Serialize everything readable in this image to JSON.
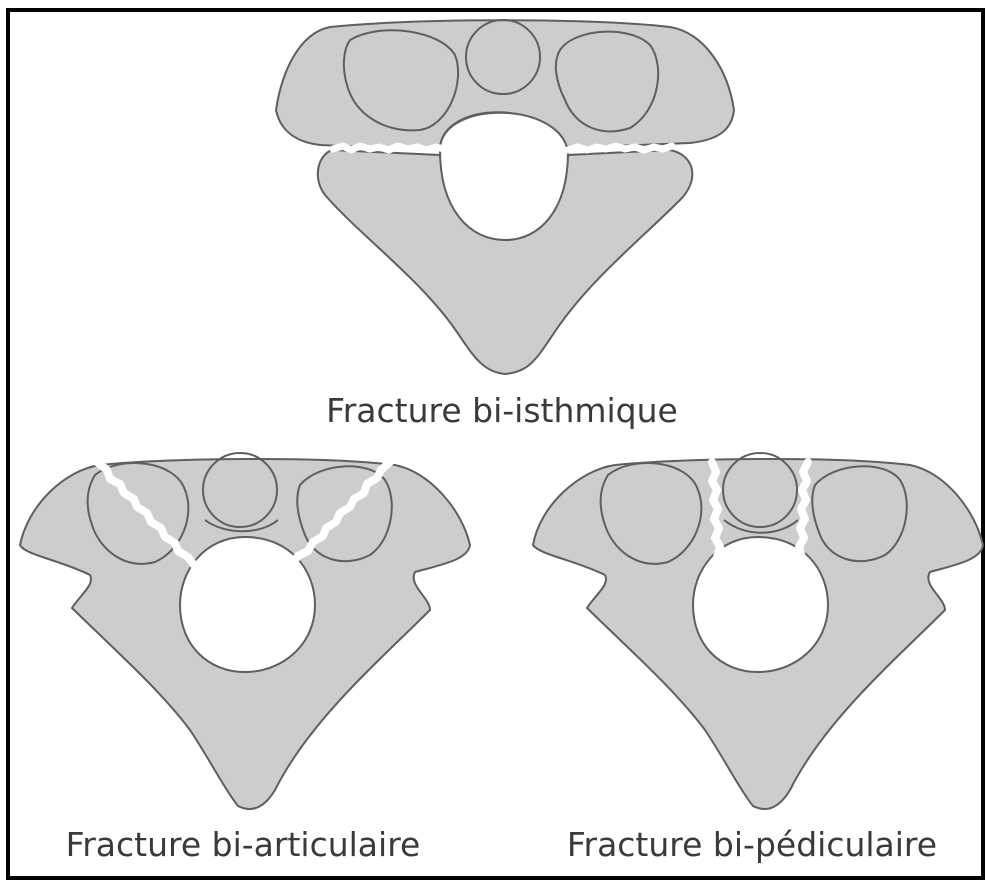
{
  "diagram": {
    "top": {
      "caption": "Fracture bi-isthmique"
    },
    "bottom_left": {
      "caption": "Fracture bi-articulaire"
    },
    "bottom_right": {
      "caption": "Fracture bi-pédiculaire"
    }
  },
  "colors": {
    "bone_fill": "#cdcdcd",
    "bone_outline": "#5f5f5f",
    "fracture_line": "#ffffff",
    "frame": "#000000",
    "caption_text": "#3a3a3a"
  }
}
